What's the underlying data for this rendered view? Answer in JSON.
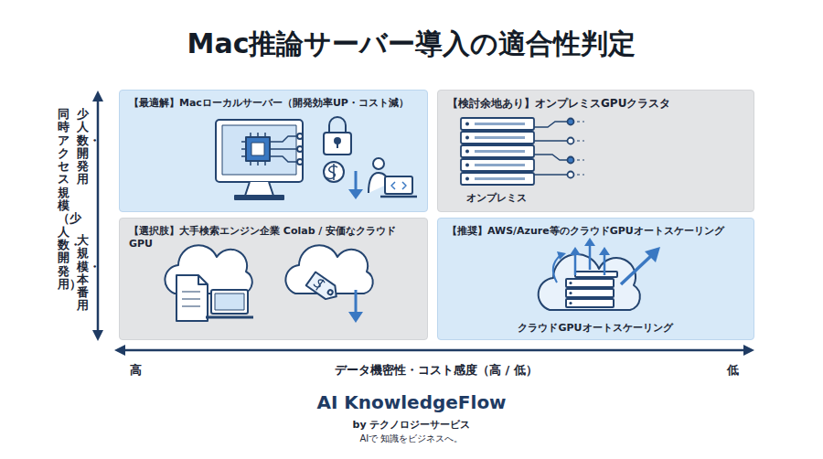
{
  "diagram": {
    "title": "Mac推論サーバー導入の適合性判定",
    "nodes": [
      {
        "text": [
          "【最適解】Macローカルサーバー（開発効率UP・コスト減）"
        ]
      },
      {
        "text": [
          "【検討余地あり】オンプレミスGPUクラスタ",
          "オンプレミス"
        ]
      },
      {
        "text": [
          "【選択肢】大手検索エンジン企業 Colab / 安価なクラウドGPU"
        ]
      },
      {
        "text": [
          "【推奨】AWS/Azure等のクラウドGPUオートスケーリング",
          "クラウドGPUオートスケーリング"
        ]
      }
    ],
    "labels": [
      "少人数・開発用",
      "同時アクセス規模（少人数・開発用）",
      "大規模・本番用",
      "高",
      "データ機密性・コスト感度（高 / 低）",
      "低",
      "AI KnowledgeFlow",
      "by テクノロジーサービス",
      "AIで 知識をビジネスへ。"
    ]
  }
}
